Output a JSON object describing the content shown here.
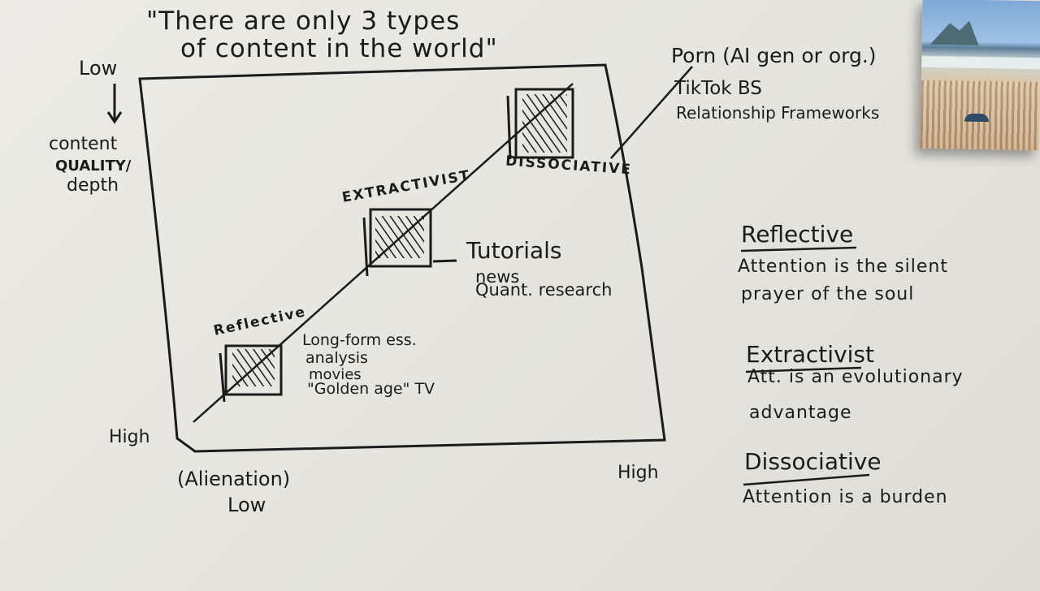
{
  "title": "\"There are only 3 types of content in the world\"",
  "title_line1": "\"There are only 3 types",
  "title_line2": "of content in the world\"",
  "y_axis": {
    "low_label": "Low",
    "title_line1": "content",
    "title_line2": "QUALITY/",
    "title_line3": "depth",
    "high_label": "High"
  },
  "x_axis": {
    "title": "(Alienation)",
    "low_label": "Low",
    "high_label": "High"
  },
  "zones": [
    {
      "name": "Reflective",
      "examples": [
        "Long-form ess.",
        "analysis",
        "movies",
        "\"Golden age\" TV"
      ]
    },
    {
      "name": "EXTRACTIVIST",
      "examples": [
        "Tutorials",
        "news",
        "Quant. research"
      ]
    },
    {
      "name": "DISSOCIATIVE",
      "examples": [
        "Porn (AI gen or org.)",
        "TikTok BS",
        "Relationship Frameworks"
      ]
    }
  ],
  "legend": [
    {
      "term": "Reflective",
      "line1": "Attention is the silent",
      "line2": "prayer of the soul"
    },
    {
      "term": "Extractivist",
      "line1": "Att. is an evolutionary",
      "line2": "advantage"
    },
    {
      "term": "Dissociative",
      "line1": "Attention is a burden",
      "line2": ""
    }
  ],
  "photo_icon": "beach-photo",
  "ink_color": "#1b1b1b",
  "board_color": "#e8e7e1"
}
